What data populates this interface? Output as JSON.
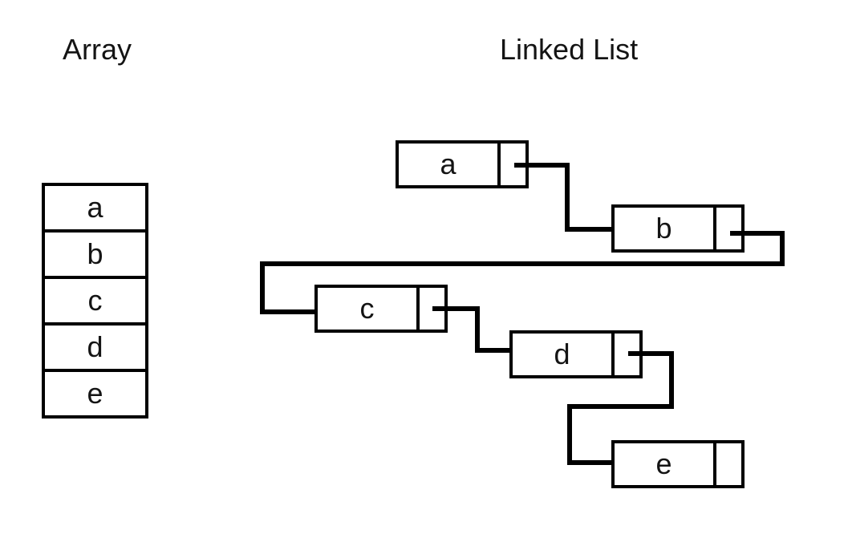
{
  "array_section": {
    "title": "Array",
    "cells": [
      "a",
      "b",
      "c",
      "d",
      "e"
    ]
  },
  "linked_list_section": {
    "title": "Linked List",
    "nodes": [
      {
        "label": "a",
        "next": "b"
      },
      {
        "label": "b",
        "next": "c"
      },
      {
        "label": "c",
        "next": "d"
      },
      {
        "label": "d",
        "next": "e"
      },
      {
        "label": "e",
        "next": null
      }
    ]
  },
  "colors": {
    "background": "#ffffff",
    "line": "#000000",
    "text": "#141414"
  }
}
